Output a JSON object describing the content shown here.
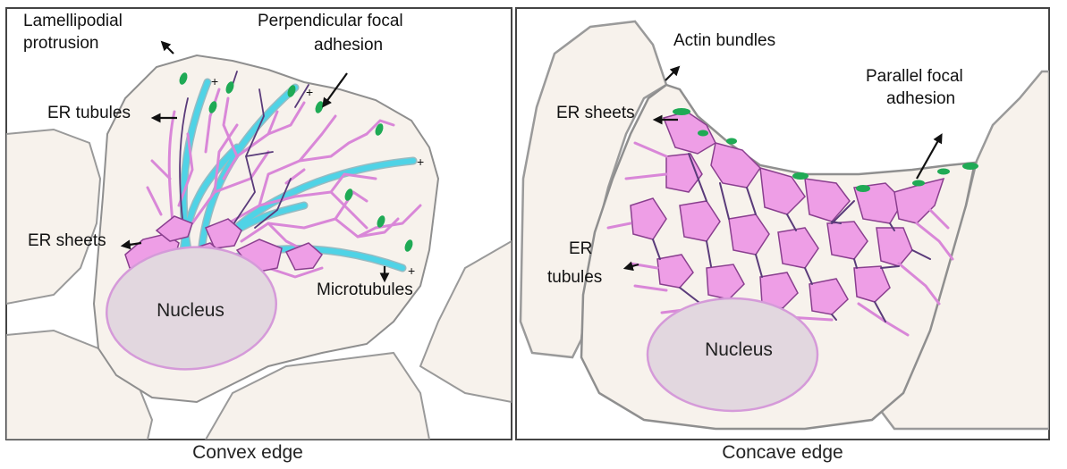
{
  "colors": {
    "cell_fill": "#f7f2ec",
    "cell_outline": "#9a9a9a",
    "er_fill": "#ee9ee6",
    "er_stroke": "#8a3f8f",
    "microtubule": "#4fd3e6",
    "focal_adhesion": "#1faa55",
    "nucleus_fill": "#e2d7df",
    "nucleus_stroke": "#d59ad9"
  },
  "left_panel": {
    "caption": "Convex edge",
    "nucleus": "Nucleus",
    "labels": {
      "lamellipodial_line1": "Lamellipodial",
      "lamellipodial_line2": "protrusion",
      "perpendicular_line1": "Perpendicular focal",
      "perpendicular_line2": "adhesion",
      "er_tubules": "ER tubules",
      "er_sheets": "ER sheets",
      "microtubules": "Microtubules"
    },
    "plus_marks": [
      "+",
      "+",
      "+",
      "+"
    ]
  },
  "right_panel": {
    "caption": "Concave edge",
    "nucleus": "Nucleus",
    "labels": {
      "actin_bundles": "Actin bundles",
      "parallel_line1": "Parallel focal",
      "parallel_line2": "adhesion",
      "er_sheets": "ER sheets",
      "er_tubules_line1": "ER",
      "er_tubules_line2": "tubules"
    }
  }
}
